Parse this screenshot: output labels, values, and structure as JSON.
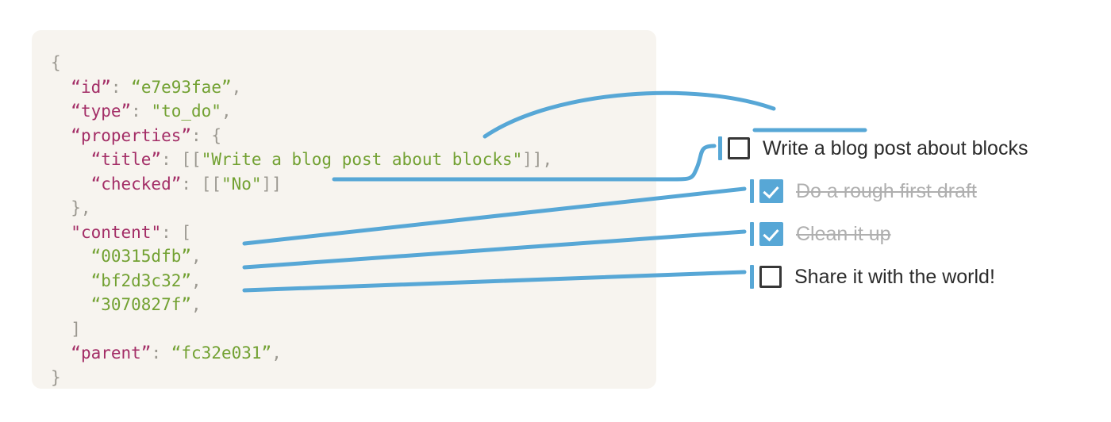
{
  "panel": {
    "background_color": "#F7F4EF",
    "code_lines": [
      [
        {
          "t": "{",
          "c": "punc"
        }
      ],
      [
        {
          "t": "  ",
          "c": "punc"
        },
        {
          "t": "“id”",
          "c": "key"
        },
        {
          "t": ": ",
          "c": "col"
        },
        {
          "t": "“e7e93fae”",
          "c": "str"
        },
        {
          "t": ",",
          "c": "punc"
        }
      ],
      [
        {
          "t": "  ",
          "c": "punc"
        },
        {
          "t": "“type”",
          "c": "key"
        },
        {
          "t": ": ",
          "c": "col"
        },
        {
          "t": "\"to_do\"",
          "c": "str"
        },
        {
          "t": ",",
          "c": "punc"
        }
      ],
      [
        {
          "t": "  ",
          "c": "punc"
        },
        {
          "t": "“properties”",
          "c": "key"
        },
        {
          "t": ": ",
          "c": "col"
        },
        {
          "t": "{",
          "c": "punc"
        }
      ],
      [
        {
          "t": "    ",
          "c": "punc"
        },
        {
          "t": "“title”",
          "c": "key"
        },
        {
          "t": ": ",
          "c": "col"
        },
        {
          "t": "[[",
          "c": "punc"
        },
        {
          "t": "\"Write a blog post about blocks\"",
          "c": "str"
        },
        {
          "t": "]],",
          "c": "punc"
        }
      ],
      [
        {
          "t": "    ",
          "c": "punc"
        },
        {
          "t": "“checked”",
          "c": "key"
        },
        {
          "t": ": ",
          "c": "col"
        },
        {
          "t": "[[",
          "c": "punc"
        },
        {
          "t": "\"No\"",
          "c": "str"
        },
        {
          "t": "]]",
          "c": "punc"
        }
      ],
      [
        {
          "t": "  },",
          "c": "punc"
        }
      ],
      [
        {
          "t": "  ",
          "c": "punc"
        },
        {
          "t": "\"content\"",
          "c": "key"
        },
        {
          "t": ": ",
          "c": "col"
        },
        {
          "t": "[",
          "c": "punc"
        }
      ],
      [
        {
          "t": "    ",
          "c": "punc"
        },
        {
          "t": "“00315dfb”",
          "c": "str"
        },
        {
          "t": ",",
          "c": "punc"
        }
      ],
      [
        {
          "t": "    ",
          "c": "punc"
        },
        {
          "t": "“bf2d3c32”",
          "c": "str"
        },
        {
          "t": ",",
          "c": "punc"
        }
      ],
      [
        {
          "t": "    ",
          "c": "punc"
        },
        {
          "t": "“3070827f”",
          "c": "str"
        },
        {
          "t": ",",
          "c": "punc"
        }
      ],
      [
        {
          "t": "  ]",
          "c": "punc"
        }
      ],
      [
        {
          "t": "  ",
          "c": "punc"
        },
        {
          "t": "“parent”",
          "c": "key"
        },
        {
          "t": ": ",
          "c": "col"
        },
        {
          "t": "“fc32e031”",
          "c": "str"
        },
        {
          "t": ",",
          "c": "punc"
        }
      ],
      [
        {
          "t": "}",
          "c": "punc"
        }
      ]
    ]
  },
  "todos": [
    {
      "label": "Write a blog post about blocks",
      "checked": false,
      "indent": false
    },
    {
      "label": "Do a rough first draft",
      "checked": true,
      "indent": true
    },
    {
      "label": "Clean it up",
      "checked": true,
      "indent": true
    },
    {
      "label": "Share it with the world!",
      "checked": false,
      "indent": true
    }
  ],
  "colors": {
    "accent": "#57A7D6",
    "panel_bg": "#F7F4EF",
    "key": "#A32D66",
    "string": "#72A132",
    "punctuation": "#9B9890",
    "text": "#2B2B2B",
    "done_text": "#AFAFAF"
  }
}
